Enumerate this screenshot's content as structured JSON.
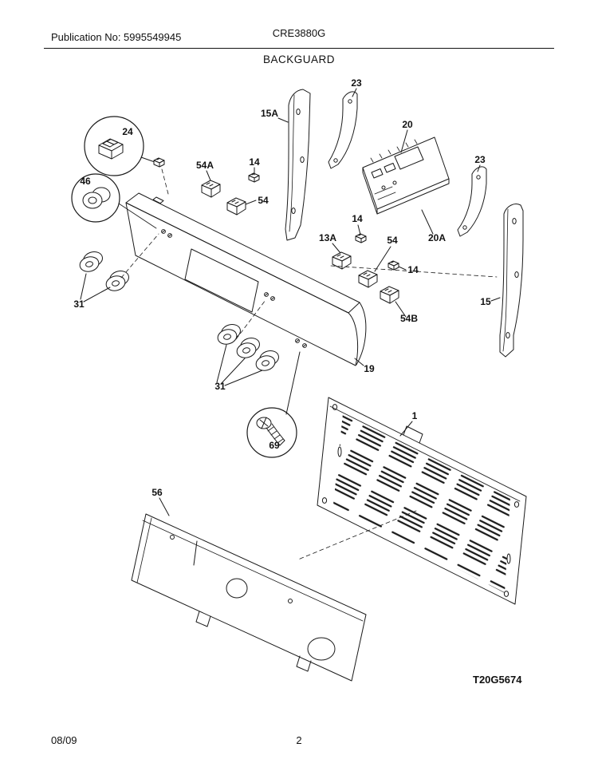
{
  "header": {
    "publication_no": "Publication No: 5995549945",
    "model": "CRE3880G",
    "section_title": "BACKGUARD"
  },
  "diagram": {
    "drawing_number": "T20G5674",
    "callouts": [
      {
        "id": "24"
      },
      {
        "id": "46"
      },
      {
        "id": "54A"
      },
      {
        "id": "14"
      },
      {
        "id": "54"
      },
      {
        "id": "15A"
      },
      {
        "id": "23"
      },
      {
        "id": "20"
      },
      {
        "id": "23"
      },
      {
        "id": "13A"
      },
      {
        "id": "14"
      },
      {
        "id": "54"
      },
      {
        "id": "14"
      },
      {
        "id": "20A"
      },
      {
        "id": "15"
      },
      {
        "id": "54B"
      },
      {
        "id": "31"
      },
      {
        "id": "31"
      },
      {
        "id": "19"
      },
      {
        "id": "69"
      },
      {
        "id": "1"
      },
      {
        "id": "56"
      }
    ]
  },
  "footer": {
    "date_code": "08/09",
    "page_number": "2"
  },
  "colors": {
    "ink": "#1a1a1a",
    "paper": "#ffffff"
  }
}
